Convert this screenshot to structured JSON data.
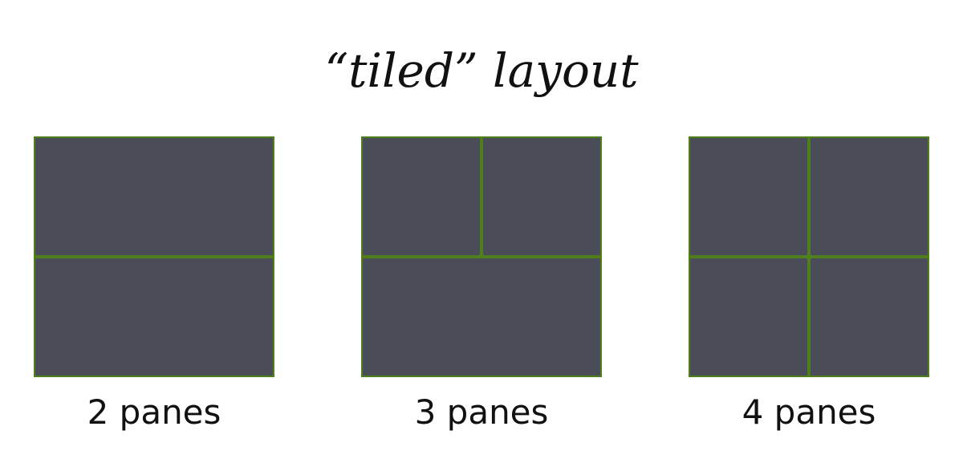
{
  "title": "“tiled” layout",
  "colors": {
    "pane_fill": "#4a4c58",
    "border": "#4f7f1d",
    "background": "#ffffff",
    "text": "#111111"
  },
  "layouts": [
    {
      "caption": "2 panes",
      "pane_count": 2
    },
    {
      "caption": "3 panes",
      "pane_count": 3
    },
    {
      "caption": "4 panes",
      "pane_count": 4
    }
  ]
}
